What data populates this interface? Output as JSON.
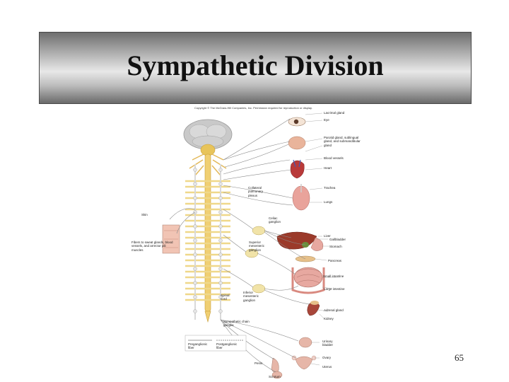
{
  "slide": {
    "title": "Sympathetic Division",
    "page_number": "65",
    "copyright": "Copyright © The McGraw-Hill Companies, Inc. Permission required for reproduction or display."
  },
  "labels": {
    "lacrimal": "Lacrimal gland",
    "eye": "Eye",
    "parotid": "Parotid gland, sublingual gland, and submandibular gland",
    "blood_vessels": "Blood vessels",
    "heart": "Heart",
    "collateral": "Collateral pulmonary plexus",
    "trachea": "Trachea",
    "lungs": "Lungs",
    "skin": "Skin",
    "celiac": "Celiac ganglion",
    "liver": "Liver",
    "gallbladder": "Gallbladder",
    "stomach": "Stomach",
    "fibers": "Fibers to sweat glands, blood vessels, and arrector pili muscles",
    "superior_mesenteric": "Superior mesenteric ganglion",
    "pancreas": "Pancreas",
    "small_intestine": "Small intestine",
    "large_intestine": "Large intestine",
    "spinal_cord": "Spinal cord",
    "inferior_mesenteric": "Inferior mesenteric ganglion",
    "adrenal": "Adrenal gland",
    "kidney": "Kidney",
    "chain": "Sympathetic chain ganglia",
    "bladder": "Urinary bladder",
    "preganglionic": "Preganglionic fiber",
    "postganglionic": "Postganglionic fiber",
    "ovary": "Ovary",
    "uterus": "Uterus",
    "penis": "Penis",
    "scrotum": "Scrotum"
  }
}
